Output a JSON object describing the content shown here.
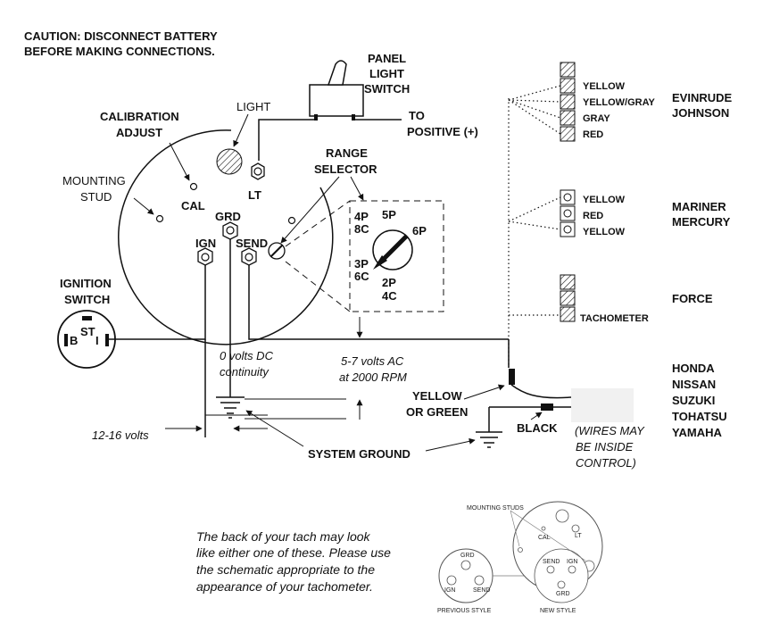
{
  "caution": {
    "line1": "CAUTION: DISCONNECT BATTERY",
    "line2": "BEFORE MAKING CONNECTIONS."
  },
  "panel_switch": {
    "line1": "PANEL",
    "line2": "LIGHT",
    "line3": "SWITCH"
  },
  "to_positive": {
    "line1": "TO",
    "line2": "POSITIVE (+)"
  },
  "light_label": "LIGHT",
  "calibration": {
    "line1": "CALIBRATION",
    "line2": "ADJUST"
  },
  "mounting": {
    "line1": "MOUNTING",
    "line2": "STUD"
  },
  "terminals": {
    "cal": "CAL",
    "lt": "LT",
    "grd": "GRD",
    "ign": "IGN",
    "send": "SEND"
  },
  "range_selector": {
    "line1": "RANGE",
    "line2": "SELECTOR",
    "p4": "4P",
    "c8": "8C",
    "p5": "5P",
    "p6": "6P",
    "p3": "3P",
    "c6": "6C",
    "p2": "2P",
    "c4": "4C"
  },
  "ignition": {
    "line1": "IGNITION",
    "line2": "SWITCH",
    "b": "B",
    "st": "ST",
    "i": "I"
  },
  "volts_dc": {
    "line1": "0 volts DC",
    "line2": "continuity"
  },
  "volts_ac": {
    "line1": "5-7 volts AC",
    "line2": "at 2000 RPM"
  },
  "volts_12": "12-16 volts",
  "system_ground": "SYSTEM GROUND",
  "yellow_green": {
    "line1": "YELLOW",
    "line2": "OR GREEN"
  },
  "black": "BLACK",
  "wires_inside": {
    "line1": "(WIRES MAY",
    "line2": "BE INSIDE",
    "line3": "CONTROL)"
  },
  "evinrude": {
    "wires": [
      "YELLOW",
      "YELLOW/GRAY",
      "GRAY",
      "RED"
    ],
    "brand1": "EVINRUDE",
    "brand2": "JOHNSON"
  },
  "mariner": {
    "wires": [
      "YELLOW",
      "RED",
      "YELLOW"
    ],
    "brand1": "MARINER",
    "brand2": "MERCURY"
  },
  "force": {
    "wire": "TACHOMETER",
    "brand": "FORCE"
  },
  "honda": {
    "brands": [
      "HONDA",
      "NISSAN",
      "SUZUKI",
      "TOHATSU",
      "YAMAHA"
    ]
  },
  "back_note": {
    "line1": "The back of your tach may look",
    "line2": "like either one of these. Please use",
    "line3": "the schematic appropriate to the",
    "line4": "appearance of your tachometer."
  },
  "styles": {
    "mounting_studs": "MOUNTING STUDS",
    "previous": "PREVIOUS STYLE",
    "new": "NEW STYLE",
    "prev_grd": "GRD",
    "prev_ign": "IGN",
    "prev_send": "SEND",
    "new_cal": "CAL",
    "new_lt": "LT",
    "new_send": "SEND",
    "new_ign": "IGN",
    "new_grd": "GRD"
  }
}
